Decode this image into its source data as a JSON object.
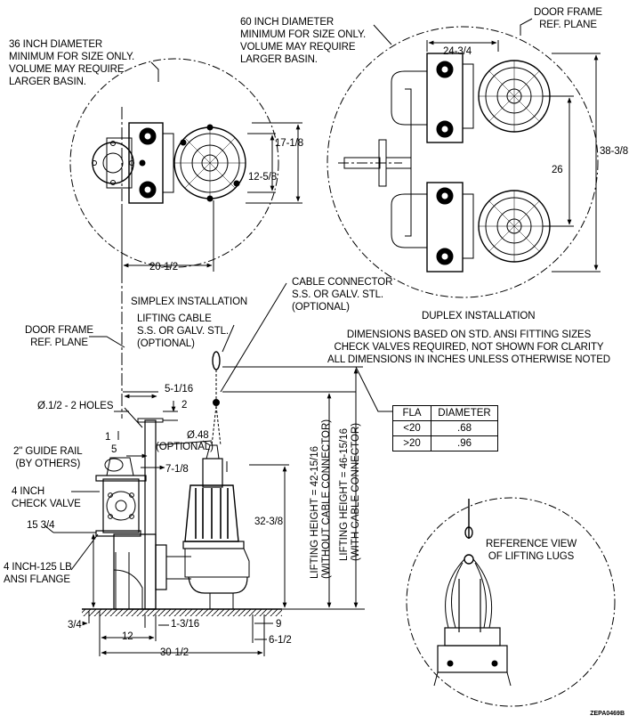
{
  "top_left_note": [
    "36 INCH DIAMETER",
    "MINIMUM FOR SIZE ONLY.",
    "VOLUME MAY REQUIRE",
    "LARGER BASIN."
  ],
  "top_right_note": [
    "60 INCH DIAMETER",
    "MINIMUM FOR SIZE ONLY.",
    "VOLUME MAY REQUIRE",
    "LARGER BASIN."
  ],
  "door_frame_top": [
    "DOOR FRAME",
    "REF. PLANE"
  ],
  "door_frame_left": [
    "DOOR FRAME",
    "REF. PLANE"
  ],
  "simplex_dims": {
    "height": "17-1/8",
    "inner": "12-5/8",
    "width": "20-1/2"
  },
  "duplex_dims": {
    "top_width": "24-3/4",
    "spacing": "26",
    "overall": "38-3/8"
  },
  "simplex_title": "SIMPLEX INSTALLATION",
  "duplex_title": "DUPLEX INSTALLATION",
  "cable_connector": [
    "CABLE CONNECTOR",
    "S.S. OR GALV. STL.",
    "(OPTIONAL)"
  ],
  "lifting_cable": [
    "LIFTING CABLE",
    "S.S. OR GALV. STL.",
    "(OPTIONAL)"
  ],
  "notes": [
    "DIMENSIONS BASED ON STD. ANSI FITTING SIZES",
    "CHECK VALVES REQUIRED, NOT SHOWN FOR CLARITY",
    "ALL DIMENSIONS IN INCHES UNLESS OTHERWISE NOTED"
  ],
  "elevation": {
    "d_5_1_16": "5-1/16",
    "holes": "Ø.1/2 - 2 HOLES",
    "d_2": "2",
    "d_1": "1",
    "d_5": "5",
    "d_048": "Ø.48",
    "optional": "(OPTIONAL)",
    "guide_rail": [
      "2\" GUIDE RAIL",
      "(BY OTHERS)"
    ],
    "d_7_1_8": "7-1/8",
    "check_valve": [
      "4 INCH",
      "CHECK VALVE"
    ],
    "d_15_3_4": "15 3/4",
    "d_32_3_8": "32-3/8",
    "flange": [
      "4 INCH-125 LB",
      "ANSI FLANGE"
    ],
    "d_3_4": "3/4",
    "d_12": "12",
    "d_1_3_16": "1-3/16",
    "d_9": "9",
    "d_6_1_2": "6-1/2",
    "d_30_1_2": "30-1/2",
    "lift_without": [
      "LIFTING HEIGHT = 42-15/16",
      "(WITHOUT CABLE CONNECTOR)"
    ],
    "lift_with": [
      "LIFTING HEIGHT = 46-15/16",
      "(WITH CABLE CONNECTOR)"
    ]
  },
  "fla_table": {
    "headers": [
      "FLA",
      "DIAMETER"
    ],
    "rows": [
      [
        "<20",
        ".68"
      ],
      [
        ">20",
        ".96"
      ]
    ]
  },
  "reference_view": [
    "REFERENCE VIEW",
    "OF LIFTING LUGS"
  ],
  "drawing_code": "ZEPA0469B"
}
